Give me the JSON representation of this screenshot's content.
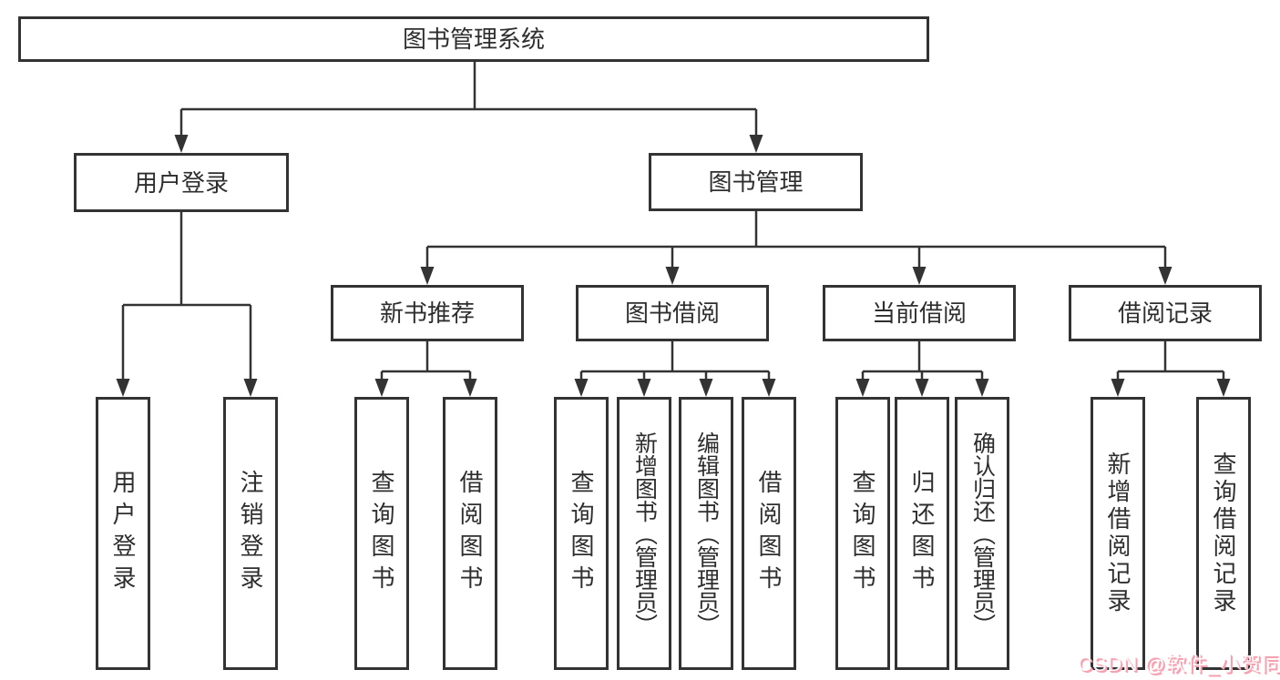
{
  "diagram": {
    "root": {
      "label": "图书管理系统"
    },
    "level2": [
      {
        "label": "用户登录"
      },
      {
        "label": "图书管理"
      }
    ],
    "level3": [
      {
        "label": "新书推荐"
      },
      {
        "label": "图书借阅"
      },
      {
        "label": "当前借阅"
      },
      {
        "label": "借阅记录"
      }
    ],
    "leaves": {
      "user_login": [
        "用户登录",
        "注销登录"
      ],
      "new_books": [
        "查询图书",
        "借阅图书"
      ],
      "book_borrow": [
        "查询图书",
        "新增图书（管理员）",
        "编辑图书（管理员）",
        "借阅图书"
      ],
      "current_borrow": [
        "查询图书",
        "归还图书",
        "确认归还（管理员）"
      ],
      "borrow_records": [
        "新增借阅记录",
        "查询借阅记录"
      ]
    }
  },
  "watermark": {
    "text": "CSDN @软件_小贺同学"
  },
  "colors": {
    "line": "#333333",
    "text": "#2e2e2e",
    "watermark_pink": "#f7a1b0"
  }
}
